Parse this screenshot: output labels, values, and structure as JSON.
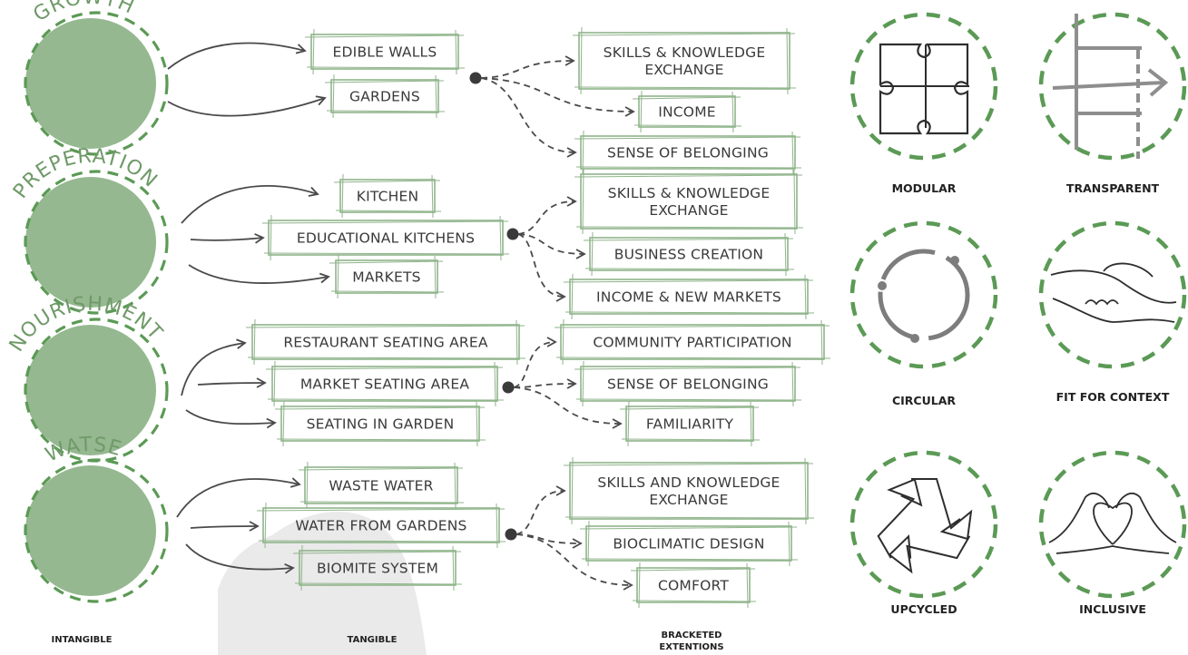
{
  "groups": [
    {
      "title": "GROWTH",
      "tangible": [
        "EDIBLE WALLS",
        "GARDENS"
      ],
      "extensions": [
        [
          "SKILLS & KNOWLEDGE",
          "EXCHANGE"
        ],
        [
          "INCOME"
        ],
        [
          "SENSE OF BELONGING"
        ]
      ]
    },
    {
      "title": "PREPERATION",
      "tangible": [
        "KITCHEN",
        "EDUCATIONAL KITCHENS",
        "MARKETS"
      ],
      "extensions": [
        [
          "SKILLS & KNOWLEDGE",
          "EXCHANGE"
        ],
        [
          "BUSINESS CREATION"
        ],
        [
          "INCOME & NEW MARKETS"
        ]
      ]
    },
    {
      "title": "NOURISHMENT",
      "tangible": [
        "RESTAURANT SEATING AREA",
        "MARKET SEATING AREA",
        "SEATING IN GARDEN"
      ],
      "extensions": [
        [
          "COMMUNITY PARTICIPATION"
        ],
        [
          "SENSE OF BELONGING"
        ],
        [
          "FAMILIARITY"
        ]
      ]
    },
    {
      "title": "WATSE",
      "tangible": [
        "WASTE WATER",
        "WATER FROM GARDENS",
        "BIOMITE SYSTEM"
      ],
      "extensions": [
        [
          "SKILLS AND KNOWLEDGE",
          "EXCHANGE"
        ],
        [
          "BIOCLIMATIC DESIGN"
        ],
        [
          "COMFORT"
        ]
      ]
    }
  ],
  "principles": [
    {
      "label": "MODULAR",
      "icon": "puzzle-icon"
    },
    {
      "label": "TRANSPARENT",
      "icon": "layers-icon"
    },
    {
      "label": "CIRCULAR",
      "icon": "cycle-arrows-icon"
    },
    {
      "label": "FIT FOR CONTEXT",
      "icon": "handshake-icon"
    },
    {
      "label": "UPCYCLED",
      "icon": "recycle-icon"
    },
    {
      "label": "INCLUSIVE",
      "icon": "heart-hands-icon"
    }
  ],
  "footer": {
    "intangible": "INTANGIBLE",
    "tangible": "TANGIBLE",
    "bracketed": [
      "BRACKETED",
      "EXTENTIONS"
    ]
  },
  "colors": {
    "green": "#8fb48a",
    "green_dark": "#6f9a68",
    "ink": "#3a3a3a",
    "dash": "#5b9a55"
  }
}
